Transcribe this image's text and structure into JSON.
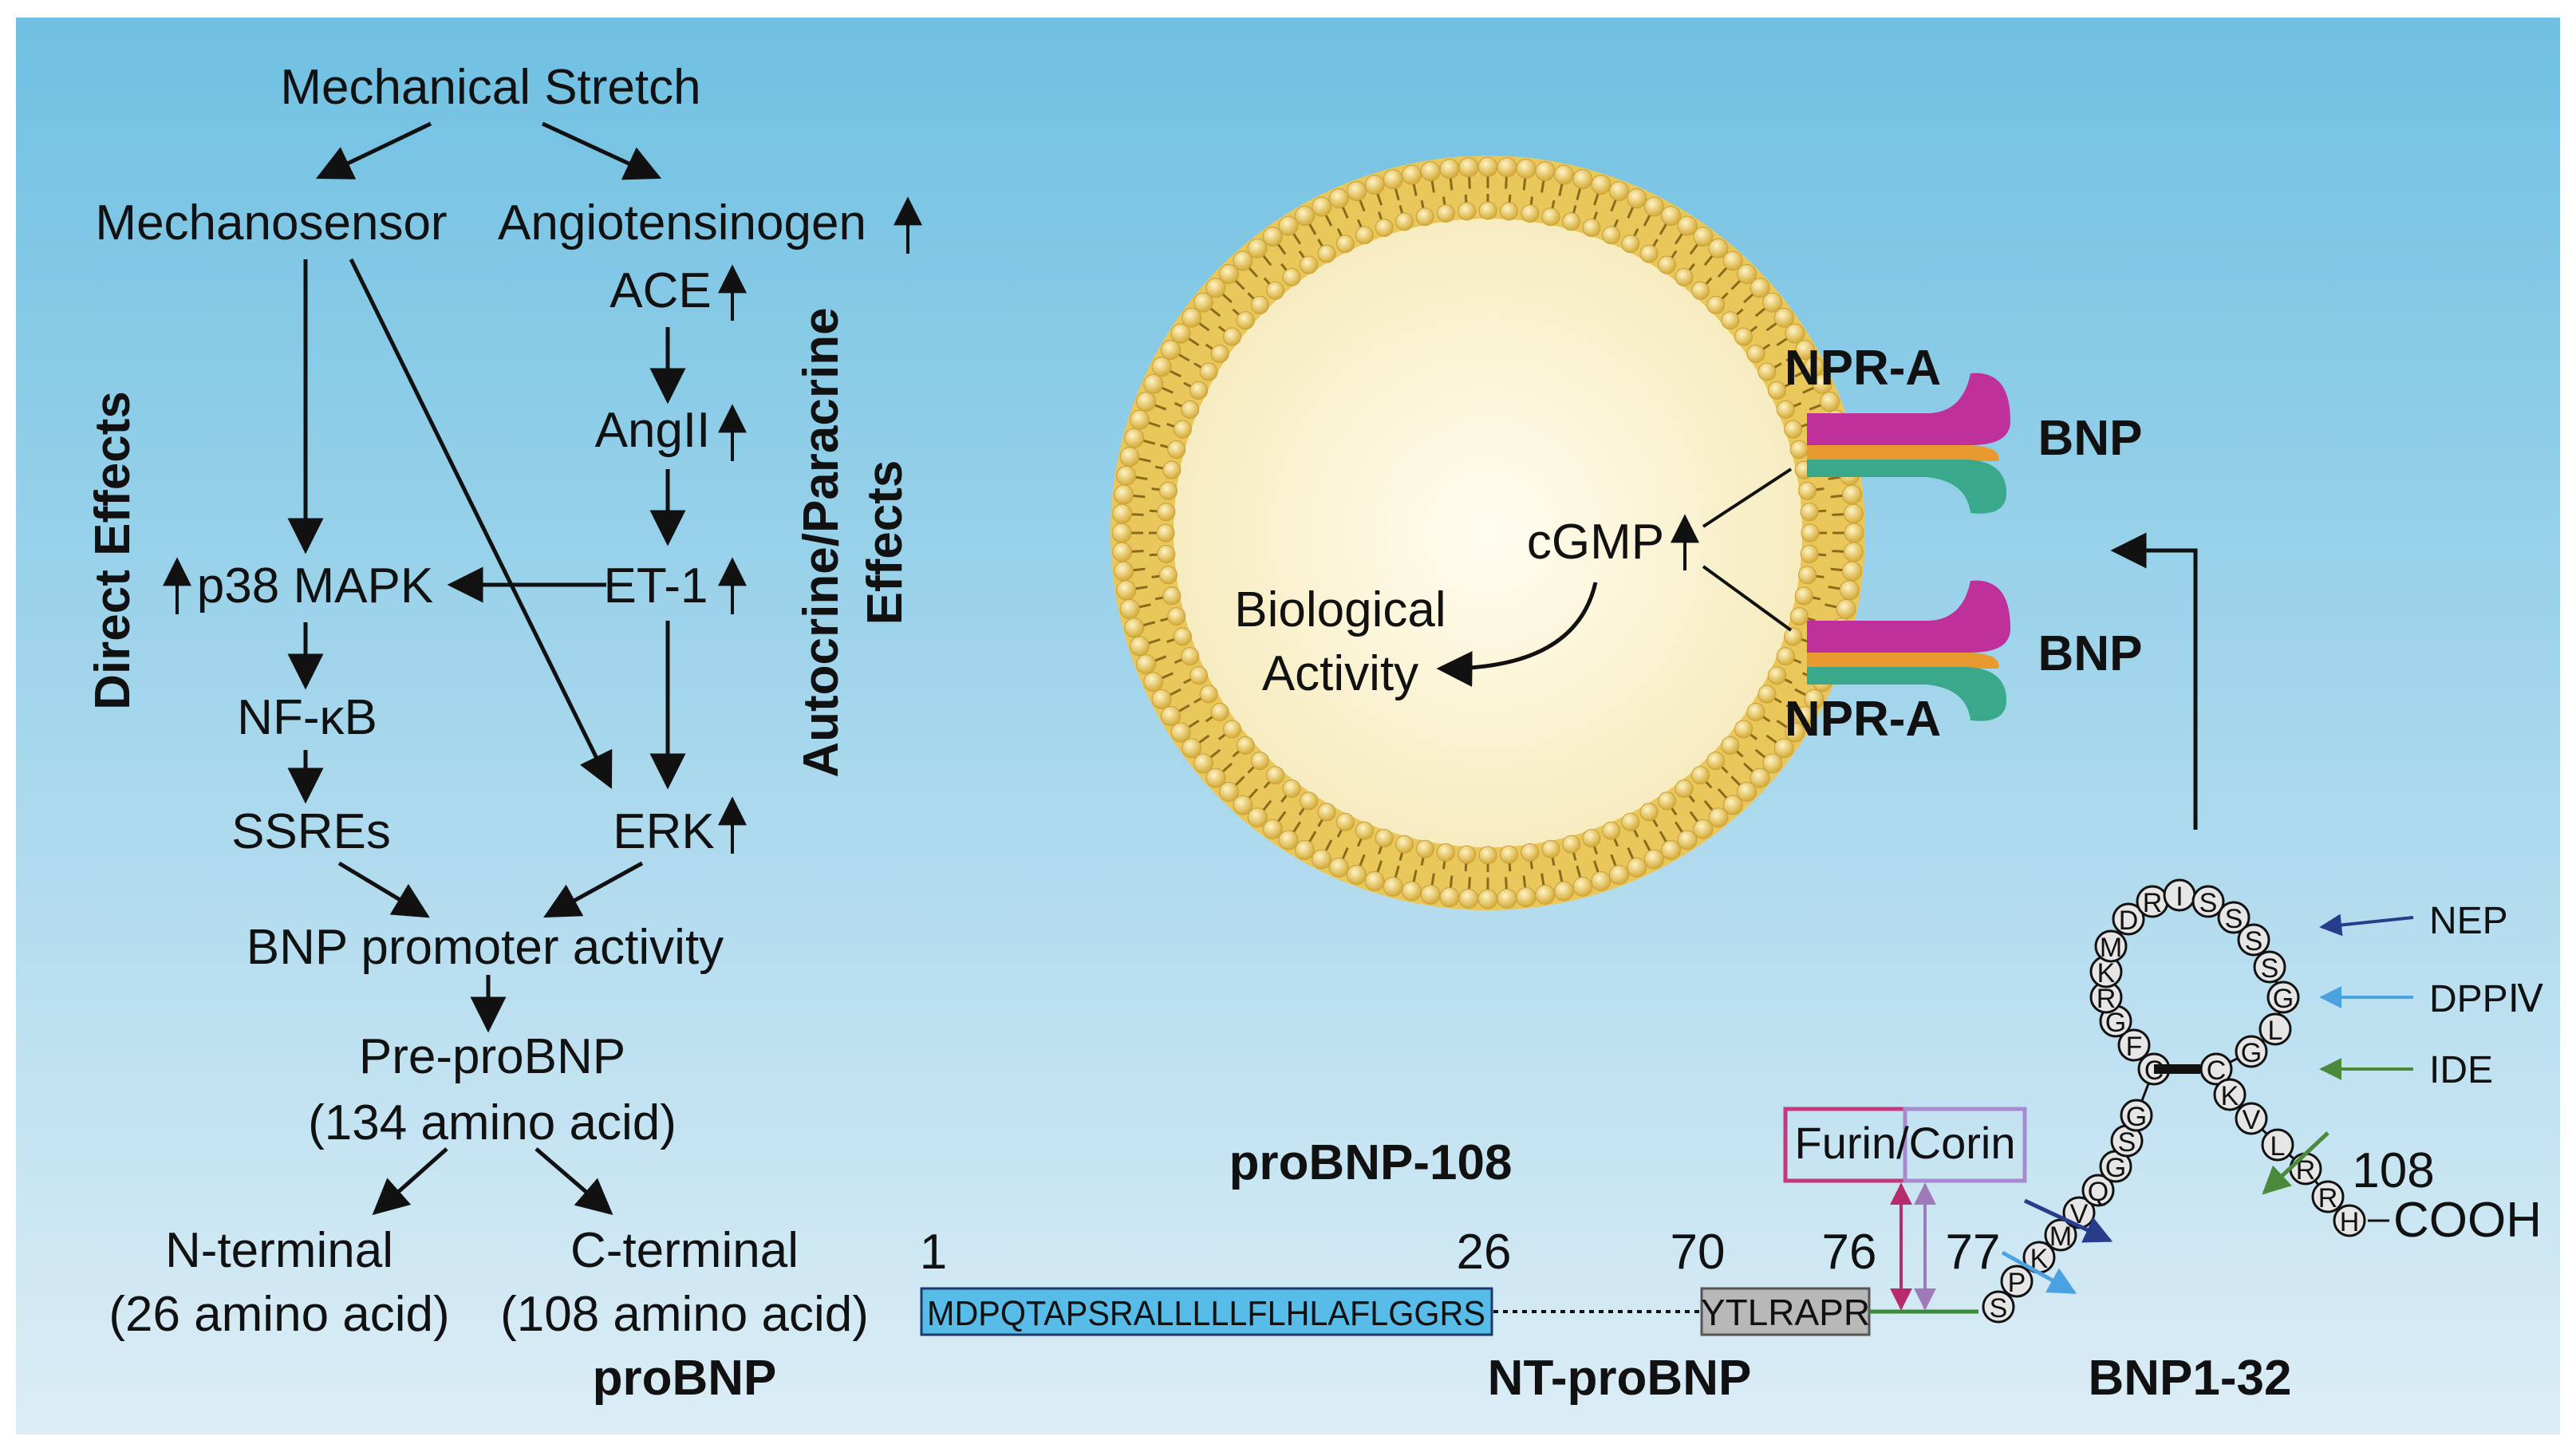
{
  "colors": {
    "bg_top": "#6fc0e2",
    "bg_bottom": "#dcedf6",
    "membrane_head": "#e8c860",
    "membrane_tail": "#7a5a10",
    "cell_interior": "#fdf8df",
    "receptor_magenta": "#c0309a",
    "receptor_green": "#3aa88a",
    "receptor_orange": "#e89a30",
    "nt_box": "#57bde8",
    "ytl_box": "#b8b8b8",
    "furin_box": "#c2397c",
    "nep_arrow": "#283c8c",
    "dppiv_arrow": "#4aa2e0",
    "ide_arrow": "#4a8a3a",
    "linker": "#3a8a3a"
  },
  "pathway": {
    "mechanical_stretch": "Mechanical Stretch",
    "mechanosensor": "Mechanosensor",
    "angiotensinogen": "Angiotensinogen",
    "ace": "ACE",
    "angii": "AngII",
    "et1": "ET-1",
    "p38": "p38 MAPK",
    "nfkb": "NF-κB",
    "ssres": "SSREs",
    "erk": "ERK",
    "promoter": "BNP promoter activity",
    "preprobnp": "Pre-proBNP",
    "preprobnp_len": "(134 amino acid)",
    "nterm": "N-terminal",
    "nterm_len": "(26 amino acid)",
    "cterm": "C-terminal",
    "cterm_len": "(108 amino acid)",
    "probnp": "proBNP",
    "direct_effects": "Direct Effects",
    "autocrine_1": "Autocrine/Paracrine",
    "autocrine_2": "Effects",
    "up_arrow_icon": "up-arrow"
  },
  "cell": {
    "npra_top": "NPR-A",
    "npra_bottom": "NPR-A",
    "bnp_top": "BNP",
    "bnp_bottom": "BNP",
    "cgmp": "cGMP",
    "bio_1": "Biological",
    "bio_2": "Activity"
  },
  "peptide": {
    "probnp108": "proBNP-108",
    "pos_1": "1",
    "pos_26": "26",
    "pos_70": "70",
    "pos_76": "76",
    "pos_77": "77",
    "pos_108": "108",
    "signal_seq": "MDPQTAPSRALLLLLFLHLAFLGGRS",
    "ytlrapr": "YTLRAPR",
    "furin_corin": "Furin/Corin",
    "nt_probnp": "NT-proBNP",
    "bnp132": "BNP1-32",
    "cooh": "COOH",
    "nep": "NEP",
    "dppiv": "DPPⅣ",
    "ide": "IDE",
    "residues": [
      "S",
      "P",
      "K",
      "M",
      "V",
      "Q",
      "G",
      "S",
      "G",
      "C",
      "F",
      "G",
      "R",
      "K",
      "M",
      "D",
      "R",
      "I",
      "S",
      "S",
      "S",
      "S",
      "G",
      "L",
      "G",
      "C",
      "K",
      "V",
      "L",
      "R",
      "R",
      "H"
    ]
  }
}
